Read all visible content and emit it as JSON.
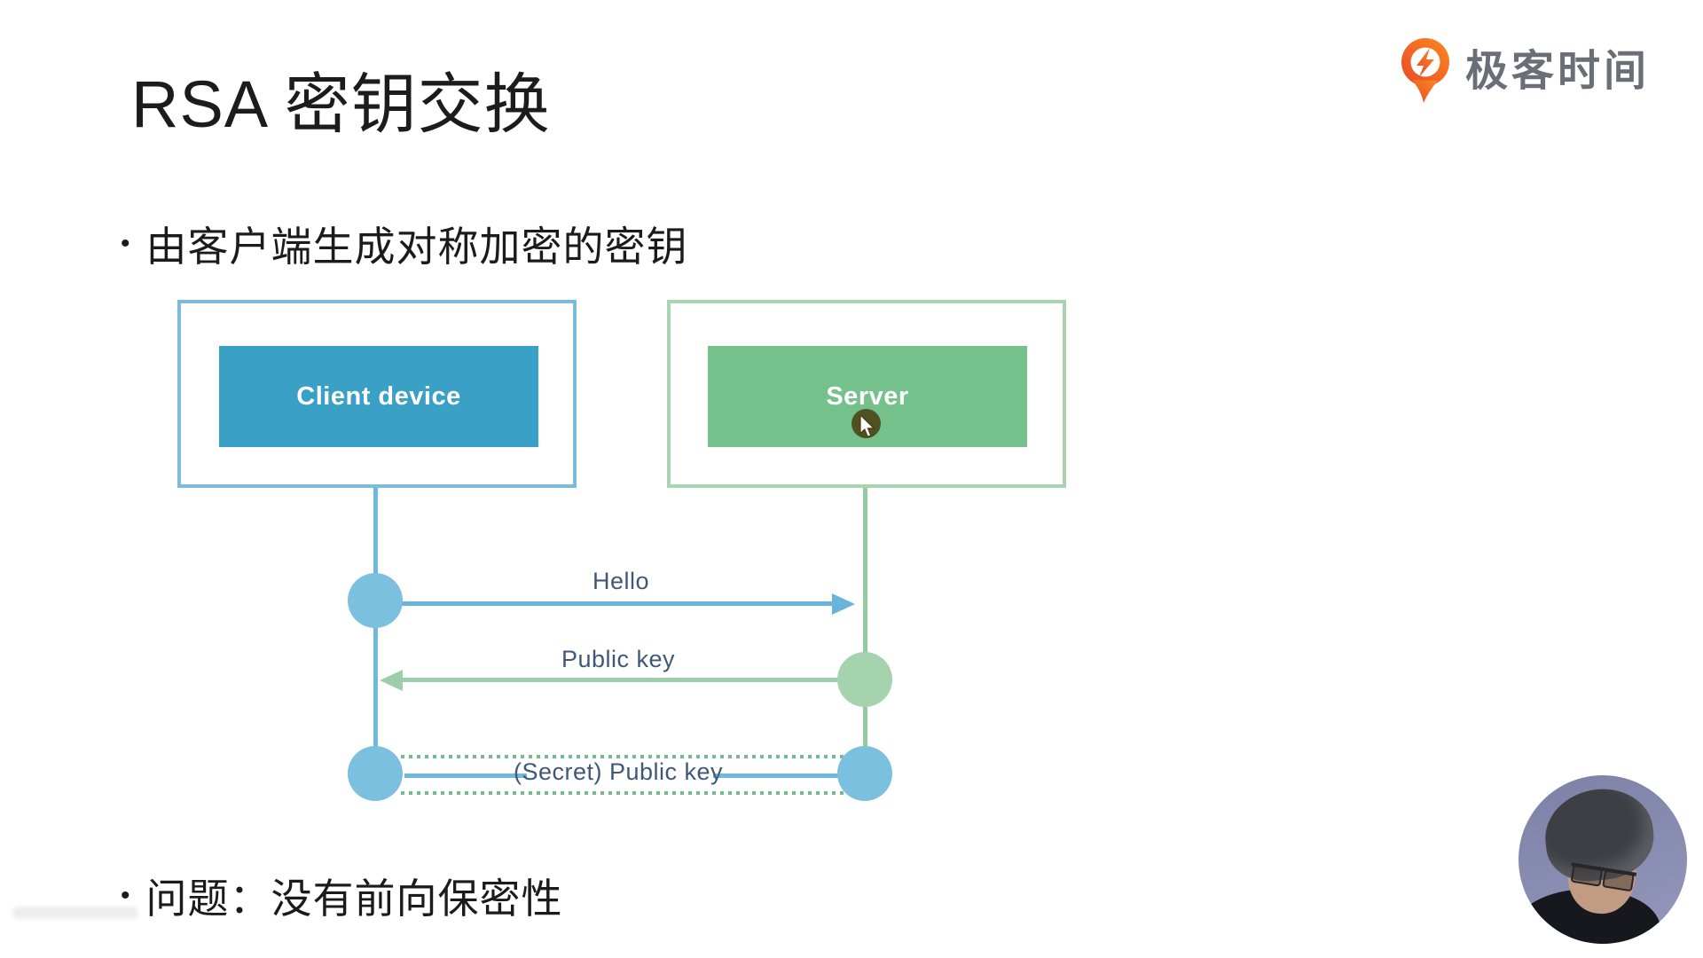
{
  "slide": {
    "title": "RSA 密钥交换",
    "bullet_marker": "•",
    "bullets": [
      "由客户端生成对称加密的密钥",
      "问题：没有前向保密性"
    ]
  },
  "logo": {
    "text": "极客时间",
    "icon": "geektime-logo-icon",
    "orange_dark": "#e8472b",
    "orange_light": "#fb8a1e",
    "text_color": "#6a6e76"
  },
  "diagram": {
    "type": "sequence",
    "participants": [
      {
        "label": "Client device",
        "fill": "#3aa0c6",
        "border": "#79bcdc"
      },
      {
        "label": "Server",
        "fill": "#74c18c",
        "border": "#a9d4b1"
      }
    ],
    "messages": [
      {
        "label": "Hello",
        "from": "client",
        "to": "server",
        "style": "solid",
        "color": "#68b4da"
      },
      {
        "label": "Public key",
        "from": "server",
        "to": "client",
        "style": "solid",
        "color": "#9ccfa9"
      },
      {
        "label": "(Secret) Public key",
        "from": "client",
        "to": "server",
        "style": "dotted",
        "color": "#74ba8c"
      }
    ],
    "label_color": "#3f5878",
    "node_blue": "#7cc0e0",
    "node_green": "#a5d3ae"
  },
  "webcam": {
    "background": "#8184ab"
  },
  "cursor": {
    "halo_color": "#4a3d10"
  }
}
